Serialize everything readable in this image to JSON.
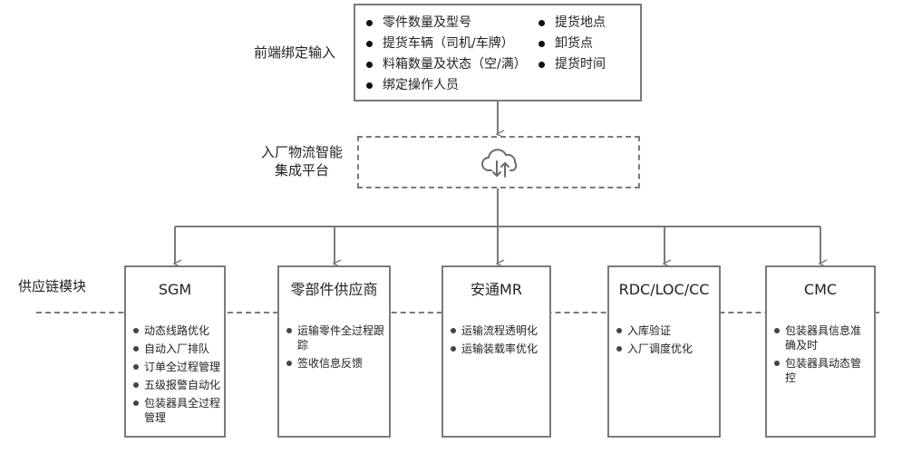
{
  "input": {
    "label": "前端绑定输入",
    "left_items": [
      "零件数量及型号",
      "提货车辆（司机/车牌）",
      "料箱数量及状态（空/满）",
      "绑定操作人员"
    ],
    "right_items": [
      "提货地点",
      "卸货点",
      "提货时间"
    ]
  },
  "platform": {
    "label_line1": "入厂物流智能",
    "label_line2": "集成平台",
    "icon": "cloud-download-upload-icon"
  },
  "supply": {
    "label": "供应链模块"
  },
  "modules": [
    {
      "title": "SGM",
      "items": [
        "动态线路优化",
        "自动入厂排队",
        "订单全过程管理",
        "五级报警自动化",
        "包装器具全过程管理"
      ]
    },
    {
      "title": "零部件供应商",
      "items": [
        "运输零件全过程跟踪",
        "签收信息反馈"
      ]
    },
    {
      "title": "安通MR",
      "items": [
        "运输流程透明化",
        "运输装载率优化"
      ]
    },
    {
      "title": "RDC/LOC/CC",
      "items": [
        "入库验证",
        "入厂调度优化"
      ]
    },
    {
      "title": "CMC",
      "items": [
        "包装器具信息准确及时",
        "包装器具动态管控"
      ]
    }
  ],
  "colors": {
    "border": "#7a7a7a",
    "text": "#222222"
  }
}
